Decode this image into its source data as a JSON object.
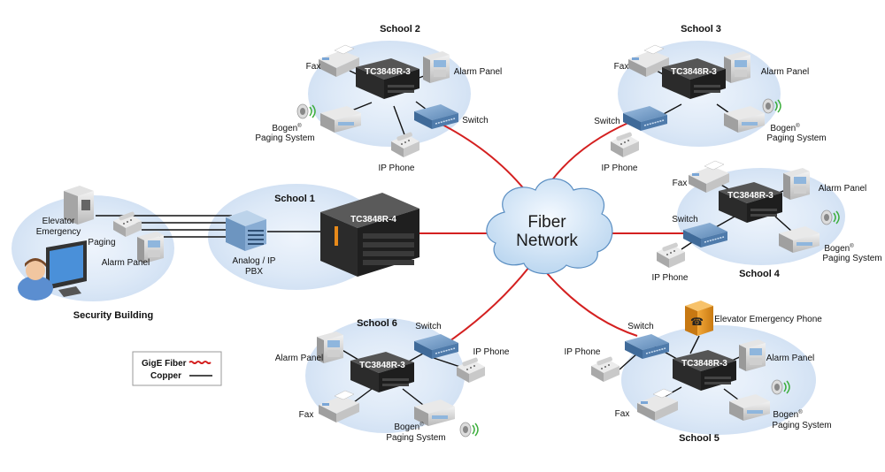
{
  "cloud": {
    "line1": "Fiber",
    "line2": "Network"
  },
  "security": {
    "title": "Security Building",
    "elevator_line1": "Elevator",
    "elevator_line2": "Emergency",
    "paging": "Paging",
    "alarm": "Alarm Panel"
  },
  "school1": {
    "title": "School 1",
    "device": "TC3848R-4",
    "pbx_line1": "Analog / IP",
    "pbx_line2": "PBX"
  },
  "school2": {
    "title": "School 2",
    "device": "TC3848R-3",
    "fax": "Fax",
    "alarm": "Alarm Panel",
    "switch": "Switch",
    "ip_phone": "IP Phone",
    "bogen": "Bogen",
    "reg": "®",
    "paging_system": "Paging System"
  },
  "school3": {
    "title": "School 3",
    "device": "TC3848R-3",
    "fax": "Fax",
    "alarm": "Alarm Panel",
    "switch": "Switch",
    "ip_phone": "IP Phone",
    "bogen": "Bogen",
    "reg": "®",
    "paging_system": "Paging System"
  },
  "school4": {
    "title": "School 4",
    "device": "TC3848R-3",
    "fax": "Fax",
    "alarm": "Alarm Panel",
    "switch": "Switch",
    "ip_phone": "IP Phone",
    "bogen": "Bogen",
    "reg": "®",
    "paging_system": "Paging System"
  },
  "school5": {
    "title": "School 5",
    "device": "TC3848R-3",
    "fax": "Fax",
    "alarm": "Alarm Panel",
    "switch": "Switch",
    "ip_phone": "IP Phone",
    "bogen": "Bogen",
    "reg": "®",
    "paging_system": "Paging System",
    "elevator_phone": "Elevator Emergency Phone"
  },
  "school6": {
    "title": "School 6",
    "device": "TC3848R-3",
    "fax": "Fax",
    "alarm": "Alarm Panel",
    "switch": "Switch",
    "ip_phone": "IP Phone",
    "bogen": "Bogen",
    "reg": "®",
    "paging_system": "Paging System"
  },
  "legend": {
    "fiber": "GigE Fiber",
    "copper": "Copper"
  },
  "colors": {
    "fiber": "#d42020",
    "copper": "#111111",
    "cloud": "#cfe3f5",
    "halo": "#dde9f7",
    "device": "#2a2a2a",
    "switch": "#5b86b4"
  },
  "icons": [
    "fax-icon",
    "alarm-panel-icon",
    "switch-icon",
    "ip-phone-icon",
    "paging-speaker-icon",
    "rack-device-icon",
    "pbx-icon",
    "computer-monitor-icon",
    "security-officer-icon",
    "elevator-phone-icon"
  ]
}
